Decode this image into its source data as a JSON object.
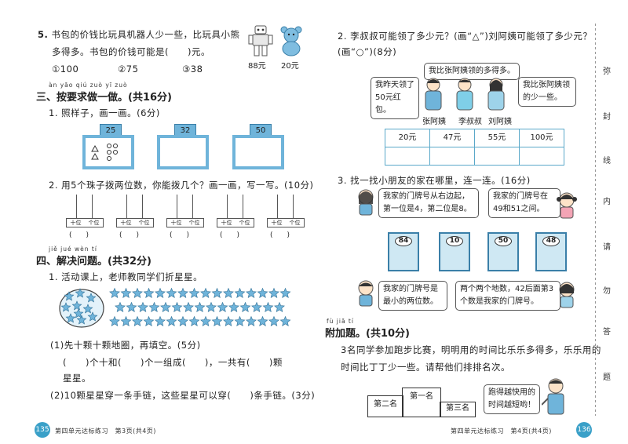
{
  "left": {
    "q5": {
      "num": "5.",
      "line1": "书包的价钱比玩具机器人少一些，比玩具小熊",
      "line2": "多得多。书包的价钱可能是(　　)元。",
      "options": [
        "①100",
        "②75",
        "③38"
      ],
      "prices": [
        "88元",
        "20元"
      ]
    },
    "sec3": {
      "pinyin": "àn yāo qiú zuò yī zuò",
      "title": "三、按要求做一做。(共16分)",
      "q1": "1. 照样子，画一画。(6分)",
      "flags": [
        "25",
        "32",
        "50"
      ],
      "q2": "2. 用5个珠子拨两位数，你能拨几个？画一画，写一写。(10分)",
      "abacus_tens": "十位",
      "abacus_ones": "个位",
      "blank": "(　　)"
    },
    "sec4": {
      "pinyin": "jiě jué wèn tí",
      "title": "四、解决问题。(共32分)",
      "q1": "1. 活动课上，老师教同学们折星星。",
      "sub1": "(1)先十颗十颗地圈，再填空。(5分)",
      "sub1_line": "(　　)个十和(　　)个一组成(　　)，一共有(　　)颗",
      "sub1_line2": "星星。",
      "sub2": "(2)10颗星星穿一条手链，这些星星可以穿(　　)条手链。(3分)"
    },
    "footer": {
      "page": "135",
      "text": "第四单元达标练习　第3页(共4页)"
    }
  },
  "right": {
    "q2": {
      "line1": "2. 李叔叔可能领了多少元？(画“△”)刘阿姨可能领了多少元？",
      "line2": "(画“○”)(8分)",
      "bubble_top": "我比张阿姨领的多得多。",
      "bubble_left": "我昨天领了50元红包。",
      "bubble_right": "我比张阿姨领的少一些。",
      "names": [
        "张阿姨",
        "李叔叔",
        "刘阿姨"
      ],
      "table": [
        "20元",
        "47元",
        "55元",
        "100元"
      ]
    },
    "q3": {
      "line": "3. 找一找小朋友的家在哪里，连一连。(16分)",
      "b1": "我家的门牌号从右边起，第一位是4，第二位是8。",
      "b2": "我家的门牌号在49和51之间。",
      "b3": "我家的门牌号是最小的两位数。",
      "b4": "两个两个地数，42后面第3个数是我家的门牌号。",
      "doors": [
        "84",
        "10",
        "50",
        "48"
      ]
    },
    "bonus": {
      "pinyin": "fù jiā tí",
      "title": "附加题。(共10分)",
      "line1": "3名同学参加跑步比赛，明明用的时间比乐乐多得多，乐乐用的",
      "line2": "时间比丁丁少一些。请帮他们排排名次。",
      "podium": [
        "第一名",
        "第二名",
        "第三名"
      ],
      "bubble": "跑得越快用的时间越短哟！"
    },
    "footer": {
      "page": "136",
      "text": "第四单元达标练习　第4页(共4页)"
    },
    "margin_chars": [
      "弥",
      "封",
      "线",
      "内",
      "请",
      "勿",
      "答",
      "题"
    ]
  },
  "colors": {
    "blue": "#3aa0c8",
    "light_blue": "#cfe8f3",
    "star": "#6fb4da"
  }
}
